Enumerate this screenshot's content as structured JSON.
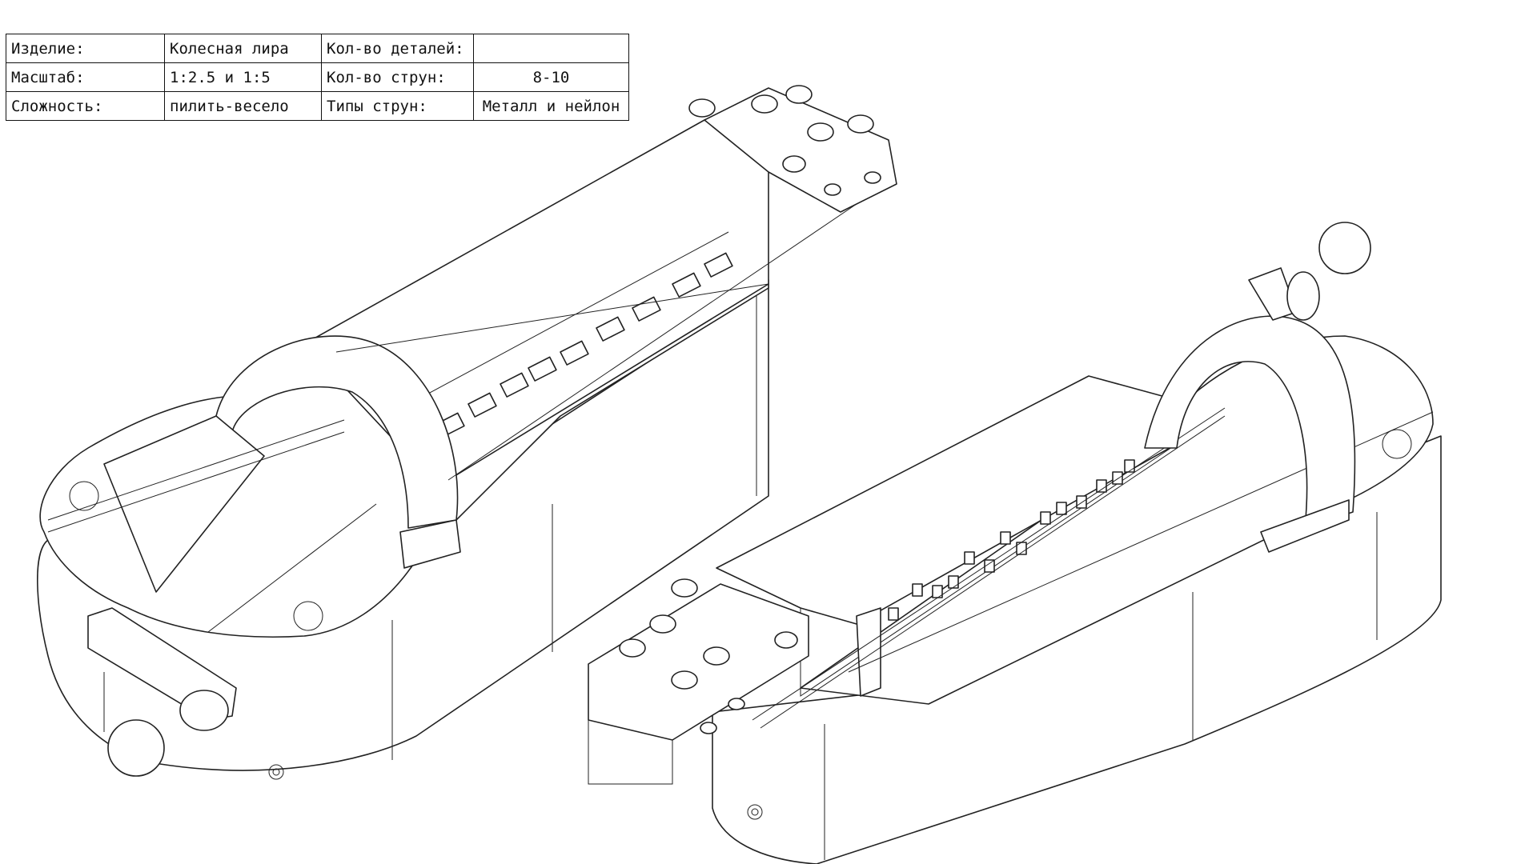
{
  "title_block": {
    "rows": [
      {
        "label1": "Изделие:",
        "value1": "Колесная лира",
        "label2": "Кол-во деталей:",
        "value2": ""
      },
      {
        "label1": "Масштаб:",
        "value1": "1:2.5 и 1:5",
        "label2": "Кол-во струн:",
        "value2": "8-10"
      },
      {
        "label1": "Сложность:",
        "value1": "пилить-весело",
        "label2": "Типы струн:",
        "value2": "Металл и нейлон"
      }
    ]
  },
  "views": [
    {
      "name": "hurdy-gurdy-view-left"
    },
    {
      "name": "hurdy-gurdy-view-right"
    }
  ]
}
